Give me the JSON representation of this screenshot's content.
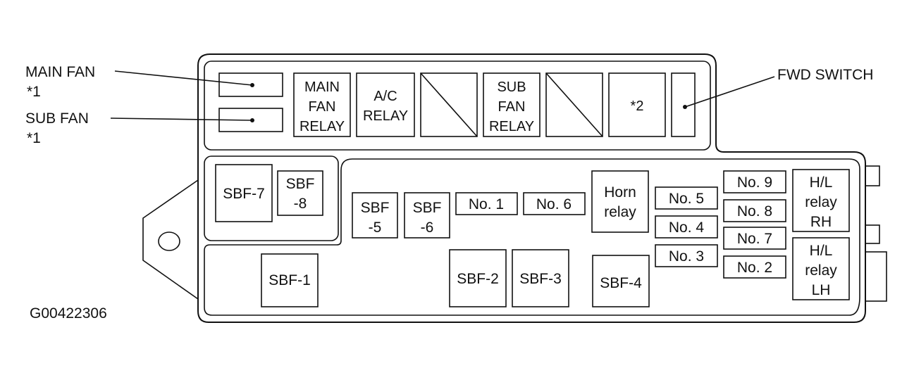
{
  "callouts": {
    "main_fan": "MAIN FAN",
    "main_fan_note": "*1",
    "sub_fan": "SUB FAN",
    "sub_fan_note": "*1",
    "fwd_switch": "FWD SWITCH"
  },
  "relays_top": {
    "main_fan_relay": [
      "MAIN",
      "FAN",
      "RELAY"
    ],
    "ac_relay": [
      "A/C",
      "RELAY"
    ],
    "sub_fan_relay": [
      "SUB",
      "FAN",
      "RELAY"
    ],
    "note2": "*2"
  },
  "fuses": {
    "sbf7": "SBF-7",
    "sbf8": [
      "SBF",
      "-8"
    ],
    "sbf5": [
      "SBF",
      "-5"
    ],
    "sbf6": [
      "SBF",
      "-6"
    ],
    "no1": "No. 1",
    "no6": "No. 6",
    "horn_relay": [
      "Horn",
      "relay"
    ],
    "no5": "No. 5",
    "no4": "No. 4",
    "no3": "No. 3",
    "no9": "No. 9",
    "no8": "No. 8",
    "no7": "No. 7",
    "no2": "No. 2",
    "hl_relay_rh": [
      "H/L",
      "relay",
      "RH"
    ],
    "hl_relay_lh": [
      "H/L",
      "relay",
      "LH"
    ],
    "sbf1": "SBF-1",
    "sbf2": "SBF-2",
    "sbf3": "SBF-3",
    "sbf4": "SBF-4"
  },
  "figure_id": "G00422306"
}
